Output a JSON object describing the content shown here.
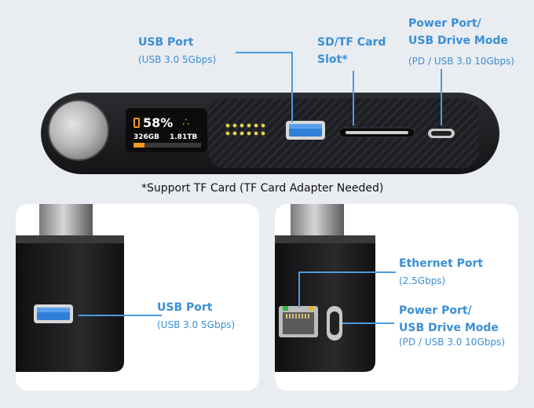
{
  "top": {
    "usb_port": {
      "title": "USB Port",
      "sub": "(USB 3.0 5Gbps)"
    },
    "sd_slot": {
      "title_line1": "SD/TF Card",
      "title_line2": "Slot*"
    },
    "power_port": {
      "title_line1": "Power Port/",
      "title_line2": "USB Drive Mode",
      "sub": "(PD / USB 3.0 10Gbps)"
    },
    "display": {
      "percent": "58%",
      "used": "326GB",
      "total": "1.81TB"
    },
    "footnote": "*Support TF Card (TF Card Adapter Needed)"
  },
  "bottom_left": {
    "usb_port": {
      "title": "USB Port",
      "sub": "(USB 3.0 5Gbps)"
    }
  },
  "bottom_right": {
    "ethernet": {
      "title": "Ethernet Port",
      "sub": "(2.5Gbps)"
    },
    "power_port": {
      "title_line1": "Power Port/",
      "title_line2": "USB Drive Mode",
      "sub": "(PD / USB 3.0 10Gbps)"
    }
  },
  "colors": {
    "accent": "#3a8fd6",
    "device": "#1b1c1f",
    "usb_blue": "#2f7fd8",
    "battery_orange": "#f39a1e"
  }
}
